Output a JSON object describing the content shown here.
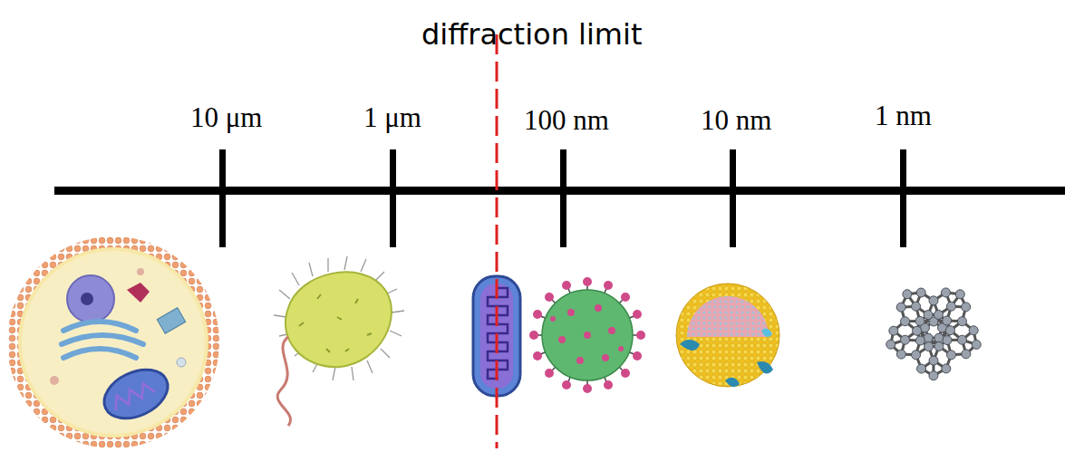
{
  "diagram": {
    "title": "diffraction limit",
    "labels": [
      "10 μm",
      "1 μm",
      "100 nm",
      "10 nm",
      "1 nm"
    ]
  }
}
